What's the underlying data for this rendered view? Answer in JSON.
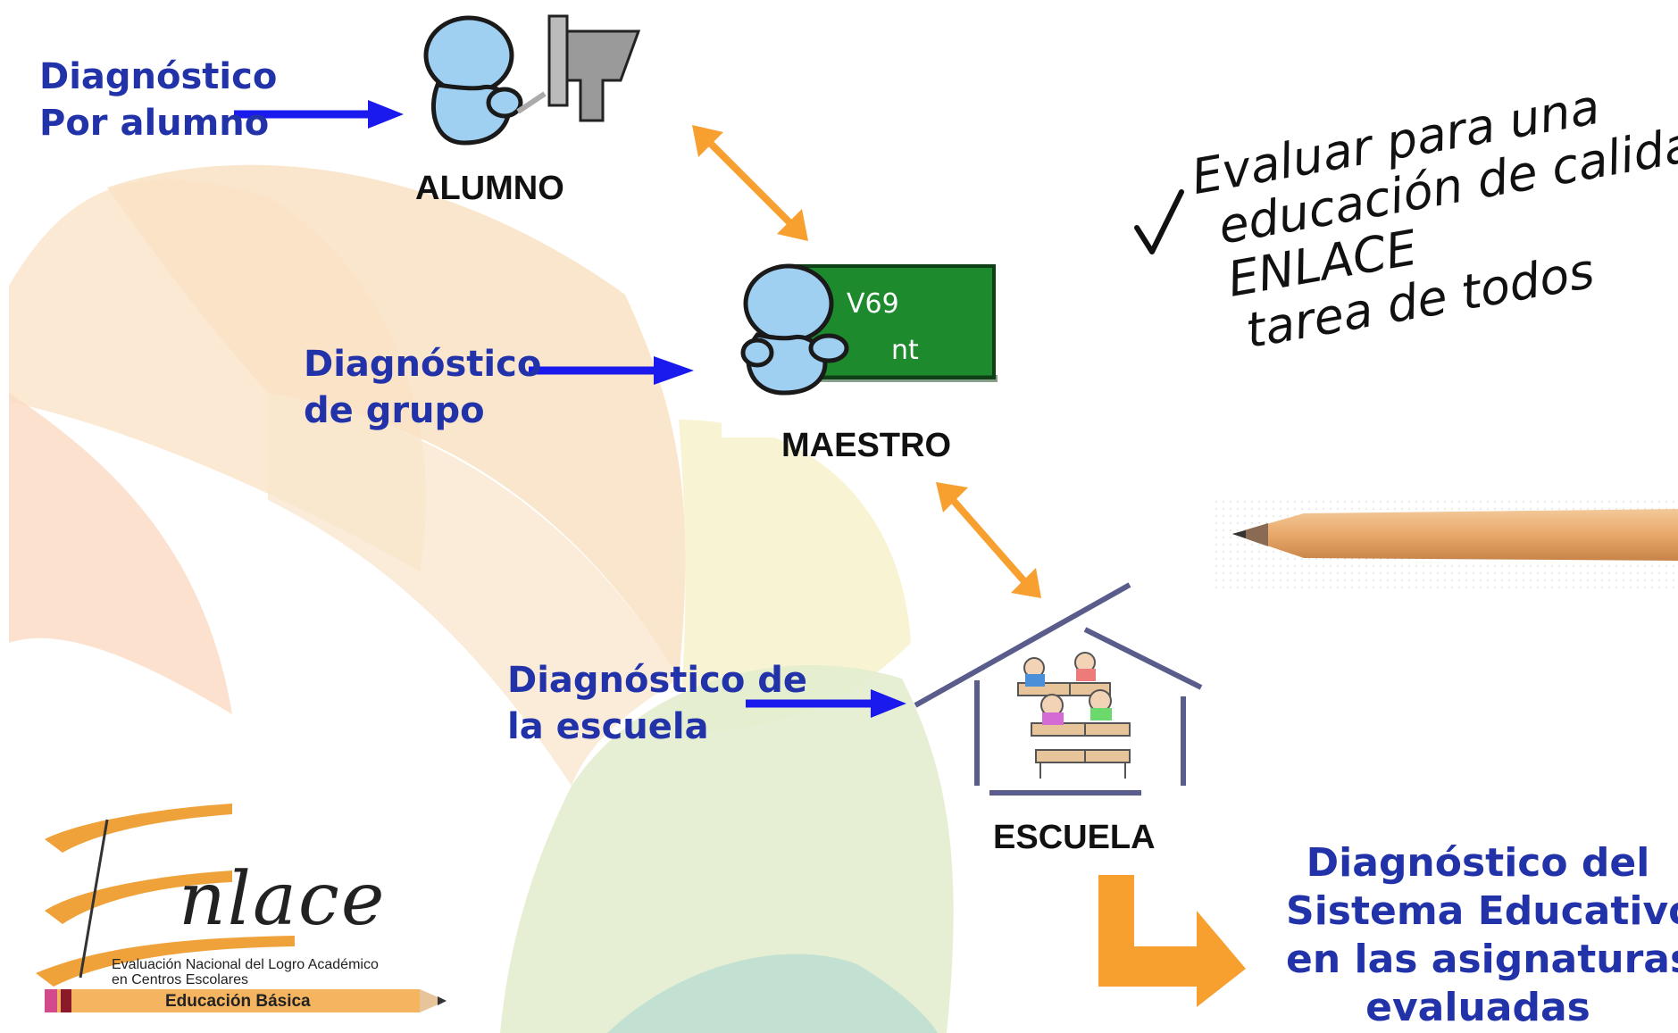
{
  "nodes": {
    "alumno": "ALUMNO",
    "maestro": "MAESTRO",
    "escuela": "ESCUELA"
  },
  "diagnostics": {
    "alumno": [
      "Diagnóstico",
      "Por alumno"
    ],
    "grupo": [
      "Diagnóstico",
      "de grupo"
    ],
    "escuela": [
      "Diagnóstico de",
      "la escuela"
    ],
    "sistema": [
      "Diagnóstico del",
      "Sistema Educativo",
      "en las asignaturas",
      "evaluadas"
    ]
  },
  "note": {
    "checkmark": "√",
    "lines": [
      "Evaluar para una",
      "educación de calidad,",
      "ENLACE",
      "tarea de todos"
    ]
  },
  "blackboard_text": [
    "V69",
    "nt"
  ],
  "logo": {
    "word": "nlace",
    "subtitle_line1": "Evaluación Nacional del Logro Académico",
    "subtitle_line2": "en Centros Escolares",
    "band": "Educación Básica"
  },
  "colors": {
    "blue_arrow": "#1a1aee",
    "orange_arrow": "#f7a030",
    "label_blue": "#2233aa",
    "board_green": "#1e8a2e",
    "figure_blue": "#9fd0f2",
    "house_stroke": "#5a5c8c"
  },
  "icons": [
    "student-icon",
    "teacher-icon",
    "school-house-icon",
    "pencil-icon",
    "checkmark-icon"
  ]
}
